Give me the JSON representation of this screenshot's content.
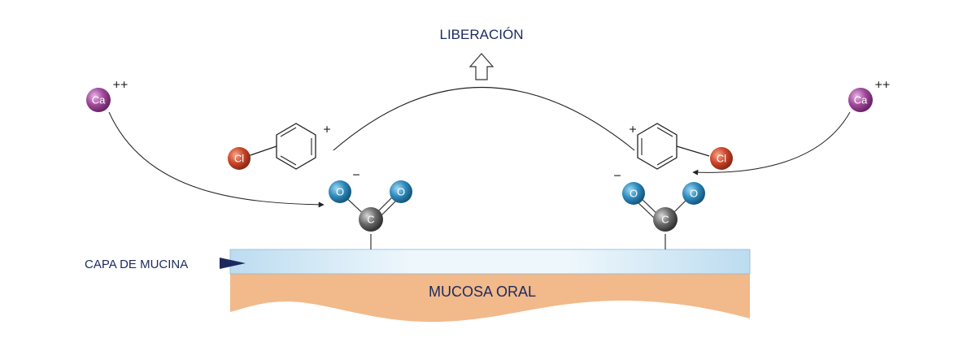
{
  "title": "LIBERACIÓN",
  "labels": {
    "mucin_layer": "CAPA DE MUCINA",
    "oral_mucosa": "MUCOSA ORAL"
  },
  "atoms": {
    "calcium": "Ca",
    "calcium_charge": "++",
    "chlorine": "Cl",
    "oxygen": "O",
    "carbon": "C"
  },
  "charges": {
    "positive": "+",
    "negative": "−"
  },
  "colors": {
    "calcium": "#9b3f95",
    "chlorine": "#c8442a",
    "oxygen": "#2c88b8",
    "carbon": "#5a5a5a",
    "mucin_layer": "#d9ecf7",
    "mucosa": "#f2b98a",
    "text": "#1b2a5e"
  },
  "icons": [
    "arrow-up-outline-icon",
    "triangle-pointer-icon"
  ]
}
